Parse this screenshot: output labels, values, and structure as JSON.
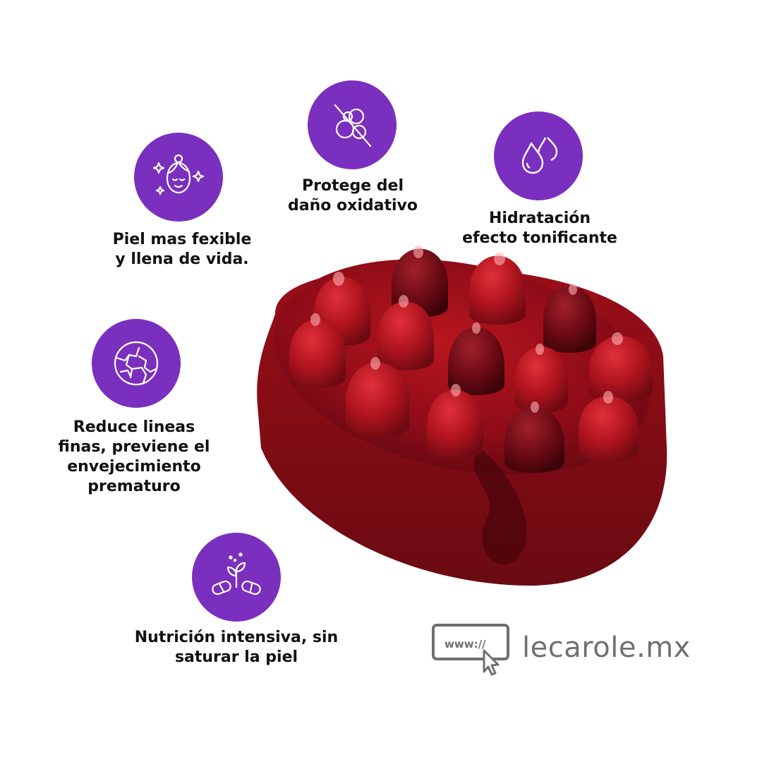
{
  "accent_color": "#7B2FBE",
  "benefits": [
    {
      "icon": "face-sparkle-icon",
      "lines": [
        "Piel mas fexible",
        "y llena de vida."
      ]
    },
    {
      "icon": "no-oxidation-icon",
      "lines": [
        "Protege del",
        "daño oxidativo"
      ]
    },
    {
      "icon": "water-drops-icon",
      "lines": [
        "Hidratación",
        "efecto tonificante"
      ]
    },
    {
      "icon": "cracked-skin-icon",
      "lines": [
        "Reduce lineas",
        "finas, previene el",
        "envejecimiento",
        "prematuro"
      ]
    },
    {
      "icon": "plant-capsule-icon",
      "lines": [
        "Nutrición intensiva, sin",
        "saturar la piel"
      ]
    }
  ],
  "brand": {
    "url_badge": "www://",
    "domain": "lecarole.mx",
    "icon": "web-cursor-icon"
  },
  "product": {
    "name": "massage-soap-bar",
    "color": "#A01020"
  }
}
